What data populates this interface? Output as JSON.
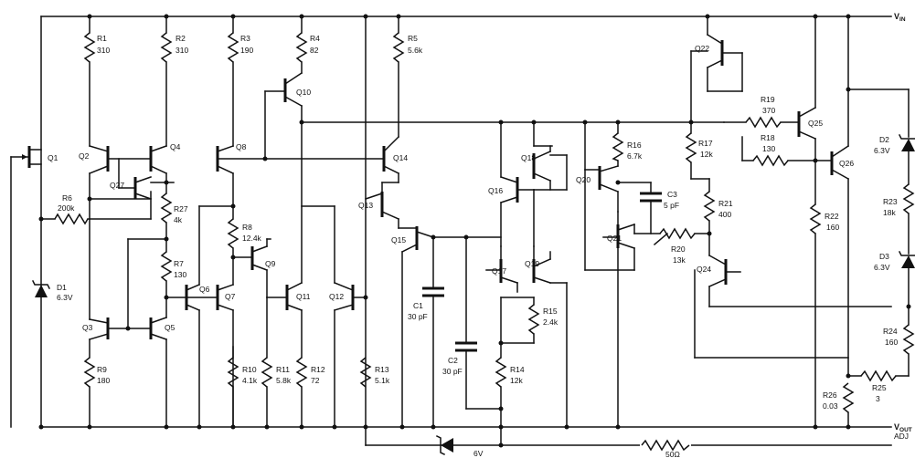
{
  "rails": {
    "vin": "V",
    "vin_sub": "IN",
    "vout": "V",
    "vout_sub": "OUT",
    "adj": "ADJ"
  },
  "transistors": {
    "q1": "Q1",
    "q2": "Q2",
    "q3": "Q3",
    "q4": "Q4",
    "q5": "Q5",
    "q6": "Q6",
    "q7": "Q7",
    "q8": "Q8",
    "q9": "Q9",
    "q10": "Q10",
    "q11": "Q11",
    "q12": "Q12",
    "q13": "Q13",
    "q14": "Q14",
    "q15": "Q15",
    "q16": "Q16",
    "q17": "Q17",
    "q18": "Q18",
    "q19": "Q19",
    "q20": "Q20",
    "q21": "Q21",
    "q22": "Q22",
    "q24": "Q24",
    "q25": "Q25",
    "q26": "Q26",
    "q27": "Q27"
  },
  "resistors": {
    "r1": {
      "name": "R1",
      "value": "310"
    },
    "r2": {
      "name": "R2",
      "value": "310"
    },
    "r3": {
      "name": "R3",
      "value": "190"
    },
    "r4": {
      "name": "R4",
      "value": "82"
    },
    "r5": {
      "name": "R5",
      "value": "5.6k"
    },
    "r6": {
      "name": "R6",
      "value": "200k"
    },
    "r7": {
      "name": "R7",
      "value": "130"
    },
    "r8": {
      "name": "R8",
      "value": "12.4k"
    },
    "r9": {
      "name": "R9",
      "value": "180"
    },
    "r10": {
      "name": "R10",
      "value": "4.1k"
    },
    "r11": {
      "name": "R11",
      "value": "5.8k"
    },
    "r12": {
      "name": "R12",
      "value": "72"
    },
    "r13": {
      "name": "R13",
      "value": "5.1k"
    },
    "r14": {
      "name": "R14",
      "value": "12k"
    },
    "r15": {
      "name": "R15",
      "value": "2.4k"
    },
    "r16": {
      "name": "R16",
      "value": "6.7k"
    },
    "r17": {
      "name": "R17",
      "value": "12k"
    },
    "r18": {
      "name": "R18",
      "value": "130"
    },
    "r19": {
      "name": "R19",
      "value": "370"
    },
    "r20": {
      "name": "R20",
      "value": "13k"
    },
    "r21": {
      "name": "R21",
      "value": "400"
    },
    "r22": {
      "name": "R22",
      "value": "160"
    },
    "r23": {
      "name": "R23",
      "value": "18k"
    },
    "r24": {
      "name": "R24",
      "value": "160"
    },
    "r25": {
      "name": "R25",
      "value": "3"
    },
    "r26": {
      "name": "R26",
      "value": "0.03"
    },
    "r27": {
      "name": "R27",
      "value": "4k"
    },
    "rbot": {
      "name": "",
      "value": "50Ω"
    }
  },
  "capacitors": {
    "c1": {
      "name": "C1",
      "value": "30 pF"
    },
    "c2": {
      "name": "C2",
      "value": "30 pF"
    },
    "c3": {
      "name": "C3",
      "value": "5 pF"
    }
  },
  "diodes": {
    "d1": {
      "name": "D1",
      "value": "6.3V"
    },
    "d2": {
      "name": "D2",
      "value": "6.3V"
    },
    "d3": {
      "name": "D3",
      "value": "6.3V"
    },
    "dz6": {
      "value": "6V"
    }
  }
}
